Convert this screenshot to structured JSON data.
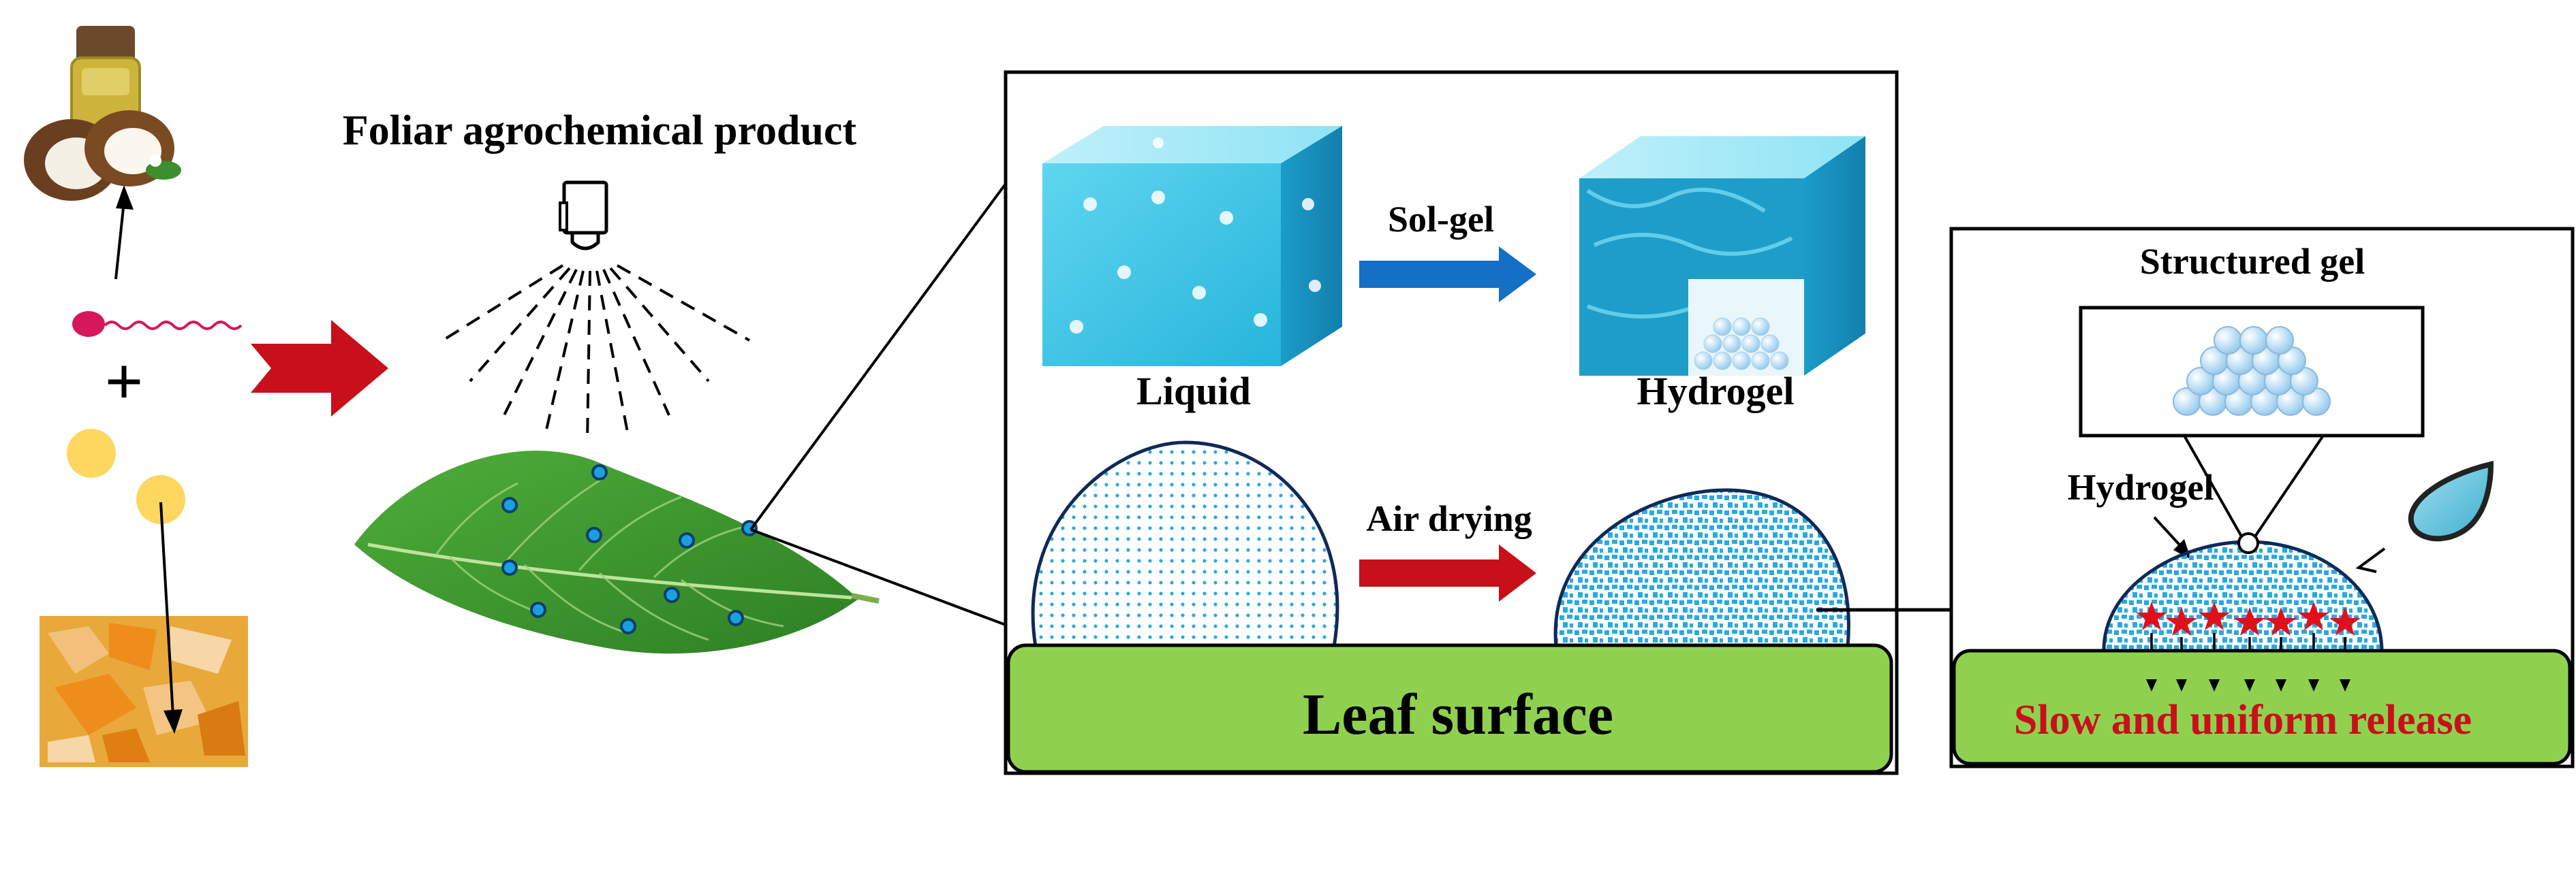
{
  "labels": {
    "product": "Foliar agrochemical product",
    "liquid": "Liquid",
    "hydrogel_top": "Hydrogel",
    "sol_gel": "Sol-gel",
    "air_drying": "Air drying",
    "leaf_surface": "Leaf surface",
    "structured_gel": "Structured gel",
    "hydrogel_right": "Hydrogel",
    "release": "Slow and uniform release",
    "plus": "+"
  },
  "icons": {
    "oil_coconut": "coconut-oil-image",
    "orange_peel": "orange-peel-image",
    "surfactant": "surfactant-molecule-icon",
    "nanoparticles": "nanoparticle-icon",
    "sprayer": "spray-nozzle-icon",
    "leaf": "leaf-image",
    "liquid_cube": "liquid-cube-icon",
    "hydrogel_cube": "hydrogel-cube-icon",
    "water_drop": "water-drop-icon",
    "active_ingredient": "star-icon"
  },
  "colors": {
    "leaf_surface_fill": "#8fd14f",
    "big_arrow": "#c8101b",
    "sol_gel_arrow": "#1470c4",
    "air_drying_arrow": "#c8101b",
    "release_text": "#c8101b",
    "dot_blue": "#2aa9e0",
    "surfactant_head": "#d6185a",
    "nanoparticle": "#fdd760"
  }
}
